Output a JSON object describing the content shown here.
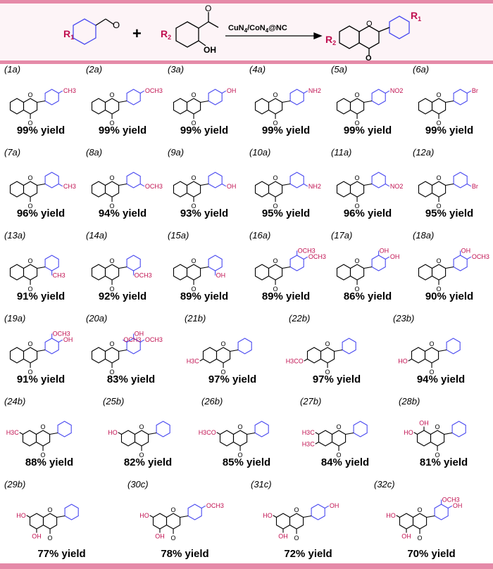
{
  "scheme": {
    "reactant1_sub": "R",
    "reactant1_sub_index": "1",
    "aldehyde_o": "O",
    "plus": "+",
    "reactant2_sub": "R",
    "reactant2_sub_index": "2",
    "reactant2_oh": "OH",
    "reactant2_o": "O",
    "catalyst": "CuN",
    "catalyst_idx1": "4",
    "catalyst_mid": "/CoN",
    "catalyst_idx2": "4",
    "catalyst_end": "@NC",
    "product_r2": "R",
    "product_r2_index": "2",
    "product_r1": "R",
    "product_r1_index": "1",
    "product_o_ring": "O",
    "product_o_keto": "O"
  },
  "colors": {
    "accent": "#e58aa8",
    "ring_blue": "#4a4af0",
    "sub_red": "#c01050"
  },
  "compounds": [
    {
      "label": "(1a)",
      "yield": "99% yield",
      "sub": "CH3",
      "pos": "p"
    },
    {
      "label": "(2a)",
      "yield": "99% yield",
      "sub": "OCH3",
      "pos": "p"
    },
    {
      "label": "(3a)",
      "yield": "99% yield",
      "sub": "OH",
      "pos": "p"
    },
    {
      "label": "(4a)",
      "yield": "99% yield",
      "sub": "NH2",
      "pos": "p"
    },
    {
      "label": "(5a)",
      "yield": "99% yield",
      "sub": "NO2",
      "pos": "p"
    },
    {
      "label": "(6a)",
      "yield": "99% yield",
      "sub": "Br",
      "pos": "p"
    },
    {
      "label": "(7a)",
      "yield": "96% yield",
      "sub": "CH3",
      "pos": "m"
    },
    {
      "label": "(8a)",
      "yield": "94% yield",
      "sub": "OCH3",
      "pos": "m"
    },
    {
      "label": "(9a)",
      "yield": "93% yield",
      "sub": "OH",
      "pos": "m"
    },
    {
      "label": "(10a)",
      "yield": "95% yield",
      "sub": "NH2",
      "pos": "m"
    },
    {
      "label": "(11a)",
      "yield": "96% yield",
      "sub": "NO2",
      "pos": "m"
    },
    {
      "label": "(12a)",
      "yield": "95% yield",
      "sub": "Br",
      "pos": "m"
    },
    {
      "label": "(13a)",
      "yield": "91% yield",
      "sub": "CH3",
      "pos": "o"
    },
    {
      "label": "(14a)",
      "yield": "92% yield",
      "sub": "OCH3",
      "pos": "o"
    },
    {
      "label": "(15a)",
      "yield": "89% yield",
      "sub": "OH",
      "pos": "o"
    },
    {
      "label": "(16a)",
      "yield": "89% yield",
      "sub": "OCH3",
      "pos": "mp",
      "sub2": "OCH3"
    },
    {
      "label": "(17a)",
      "yield": "86% yield",
      "sub": "OH",
      "pos": "mp",
      "sub2": "OH"
    },
    {
      "label": "(18a)",
      "yield": "90% yield",
      "sub": "OH",
      "pos": "mp",
      "sub2": "OCH3"
    },
    {
      "label": "(19a)",
      "yield": "91% yield",
      "sub": "OCH3",
      "pos": "mp",
      "sub2": "OH"
    },
    {
      "label": "(20a)",
      "yield": "83% yield",
      "sub": "OH",
      "pos": "mpm",
      "sub2": "OCH3",
      "sub3": "OCH3"
    },
    {
      "label": "(21b)",
      "yield": "97% yield",
      "asub": "H3C",
      "apos": "6"
    },
    {
      "label": "(22b)",
      "yield": "97% yield",
      "asub": "H3CO",
      "apos": "6"
    },
    {
      "label": "(23b)",
      "yield": "94% yield",
      "asub": "HO",
      "apos": "6"
    },
    {
      "label": "(24b)",
      "yield": "88% yield",
      "asub": "H3C",
      "apos": "7"
    },
    {
      "label": "(25b)",
      "yield": "82% yield",
      "asub": "HO",
      "apos": "7"
    },
    {
      "label": "(26b)",
      "yield": "85% yield",
      "asub": "H3CO",
      "apos": "7"
    },
    {
      "label": "(27b)",
      "yield": "84% yield",
      "asub": "H3C",
      "apos": "67",
      "asub2": "H3C"
    },
    {
      "label": "(28b)",
      "yield": "81% yield",
      "asub": "HO",
      "apos": "78",
      "asub2": "OH"
    },
    {
      "label": "(29b)",
      "yield": "77% yield",
      "asub": "HO",
      "apos": "57",
      "asub2": "OH"
    },
    {
      "label": "(30c)",
      "yield": "78% yield",
      "asub": "HO",
      "apos": "57",
      "asub2": "OH",
      "sub": "OCH3",
      "pos": "p"
    },
    {
      "label": "(31c)",
      "yield": "72% yield",
      "asub": "HO",
      "apos": "57",
      "asub2": "OH",
      "sub": "OH",
      "pos": "p"
    },
    {
      "label": "(32c)",
      "yield": "70% yield",
      "asub": "HO",
      "apos": "57",
      "asub2": "OH",
      "sub": "OCH3",
      "pos": "mp",
      "sub2": "OH"
    }
  ]
}
